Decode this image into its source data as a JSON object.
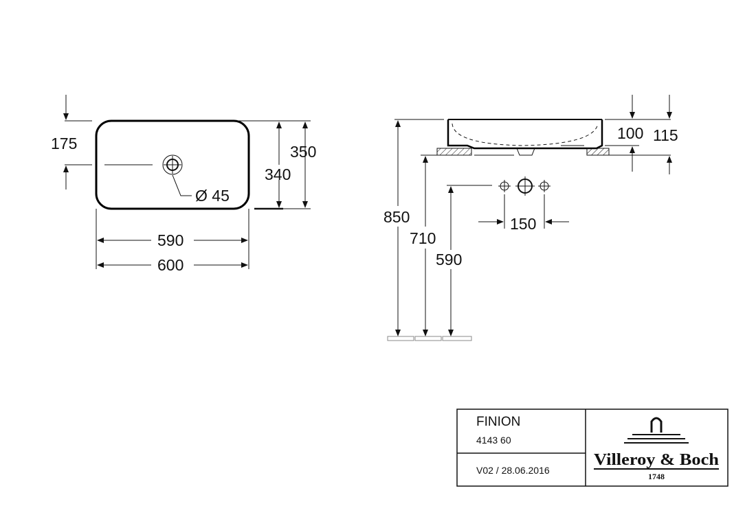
{
  "top_view": {
    "dim_175": "175",
    "dim_350": "350",
    "dim_340": "340",
    "dim_590": "590",
    "dim_600": "600",
    "drain": "Ø 45"
  },
  "side_view": {
    "dim_100": "100",
    "dim_115": "115",
    "dim_850": "850",
    "dim_710": "710",
    "dim_590": "590",
    "dim_150": "150"
  },
  "title_block": {
    "product": "FINION",
    "article": "4143 60",
    "version": "V02 / 28.06.2016",
    "brand": "Villeroy & Boch",
    "year": "1748"
  },
  "colors": {
    "line": "#111111",
    "outline": "#000000",
    "floor": "#999999"
  }
}
